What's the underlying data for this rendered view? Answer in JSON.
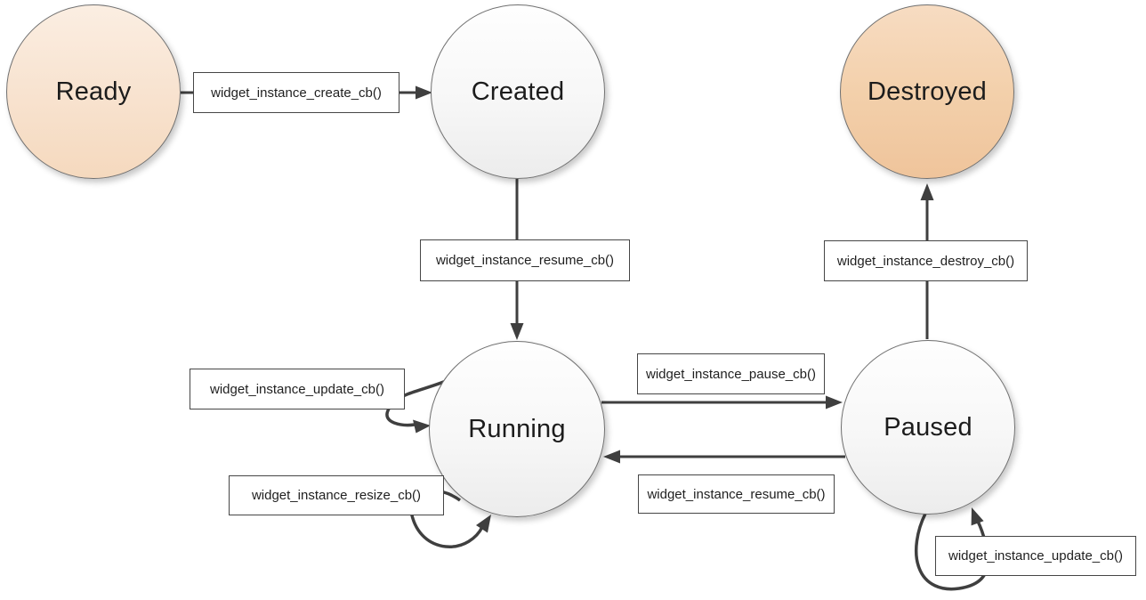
{
  "diagram": {
    "type": "state-machine",
    "background": "#ffffff",
    "states": [
      {
        "label": "Ready",
        "fill": "peach"
      },
      {
        "label": "Created",
        "fill": "white"
      },
      {
        "label": "Destroyed",
        "fill": "orange"
      },
      {
        "label": "Running",
        "fill": "white"
      },
      {
        "label": "Paused",
        "fill": "white"
      }
    ],
    "transitions": [
      {
        "from": "Ready",
        "to": "Created",
        "label": "widget_instance_create_cb()"
      },
      {
        "from": "Created",
        "to": "Running",
        "label": "widget_instance_resume_cb()"
      },
      {
        "from": "Running",
        "to": "Running",
        "label": "widget_instance_update_cb()"
      },
      {
        "from": "Running",
        "to": "Running",
        "label": "widget_instance_resize_cb()"
      },
      {
        "from": "Running",
        "to": "Paused",
        "label": "widget_instance_pause_cb()"
      },
      {
        "from": "Paused",
        "to": "Running",
        "label": "widget_instance_resume_cb()"
      },
      {
        "from": "Paused",
        "to": "Destroyed",
        "label": "widget_instance_destroy_cb()"
      },
      {
        "from": "Paused",
        "to": "Paused",
        "label": "widget_instance_update_cb()"
      }
    ],
    "colors": {
      "peach_top": "#fbeee2",
      "peach_bottom": "#f5d9be",
      "orange_top": "#f7dcc2",
      "orange_bottom": "#efc49b",
      "node_top": "#fefefe",
      "node_bottom": "#ececec",
      "connector": "#3f3f3f",
      "box_border": "#464646",
      "text": "#1c1c1c"
    }
  }
}
